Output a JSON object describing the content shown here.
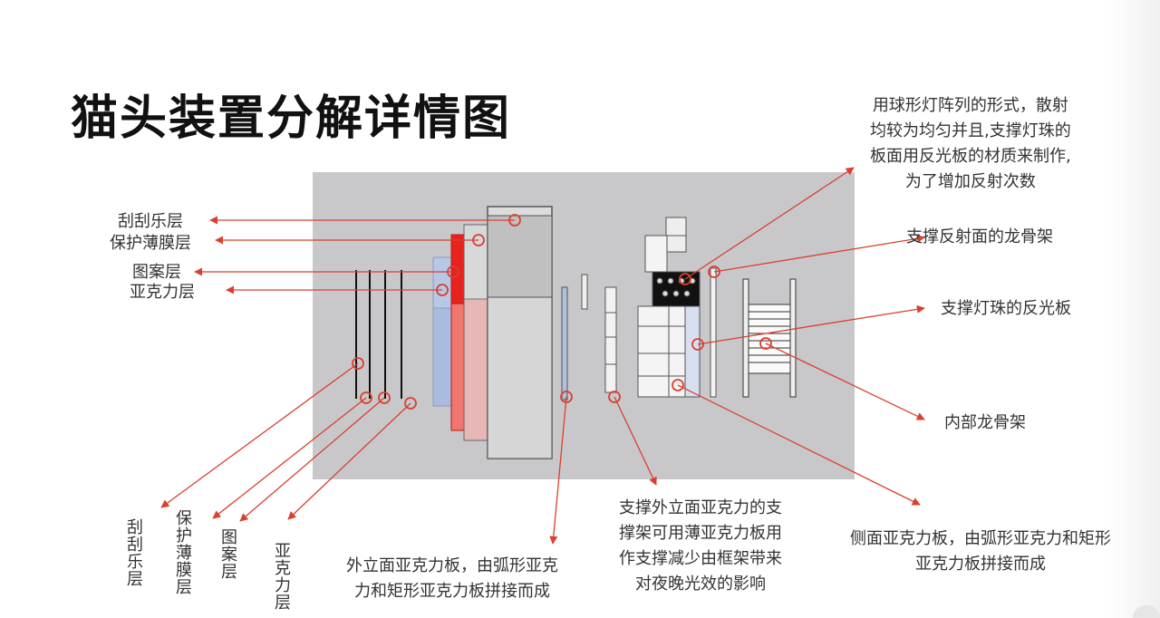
{
  "title": "猫头装置分解详情图",
  "labels": {
    "left_1": "刮刮乐层",
    "left_2": "保护薄膜层",
    "left_3": "图案层",
    "left_4": "亚克力层",
    "bottom_1": "刮刮乐层",
    "bottom_2": "保护薄膜层",
    "bottom_3": "图案层",
    "bottom_4": "亚克力层",
    "right_top": [
      "用球形灯阵列的形式，散射",
      "均较为均匀并且,支撑灯珠的",
      "板面用反光板的材质来制作,",
      "为了增加反射次数"
    ],
    "right_2": "支撑反射面的龙骨架",
    "right_3": "支撑灯珠的反光板",
    "right_4": "内部龙骨架",
    "note_outer": [
      "外立面亚克力板，由弧形亚克",
      "力和矩形亚克力板拼接而成"
    ],
    "note_support": [
      "支撑外立面亚克力的支",
      "撑架可用薄亚克力板用",
      "作支撑减少由框架带来",
      "对夜晚光效的影响"
    ],
    "note_side": [
      "侧面亚克力板，由弧形亚克力和矩形",
      "亚克力板拼接而成"
    ]
  },
  "colors": {
    "accent": "#d9402f",
    "panel": "#c8c8ca",
    "red_layer": "#e8231d",
    "blue_layer": "#b7c7e6"
  }
}
